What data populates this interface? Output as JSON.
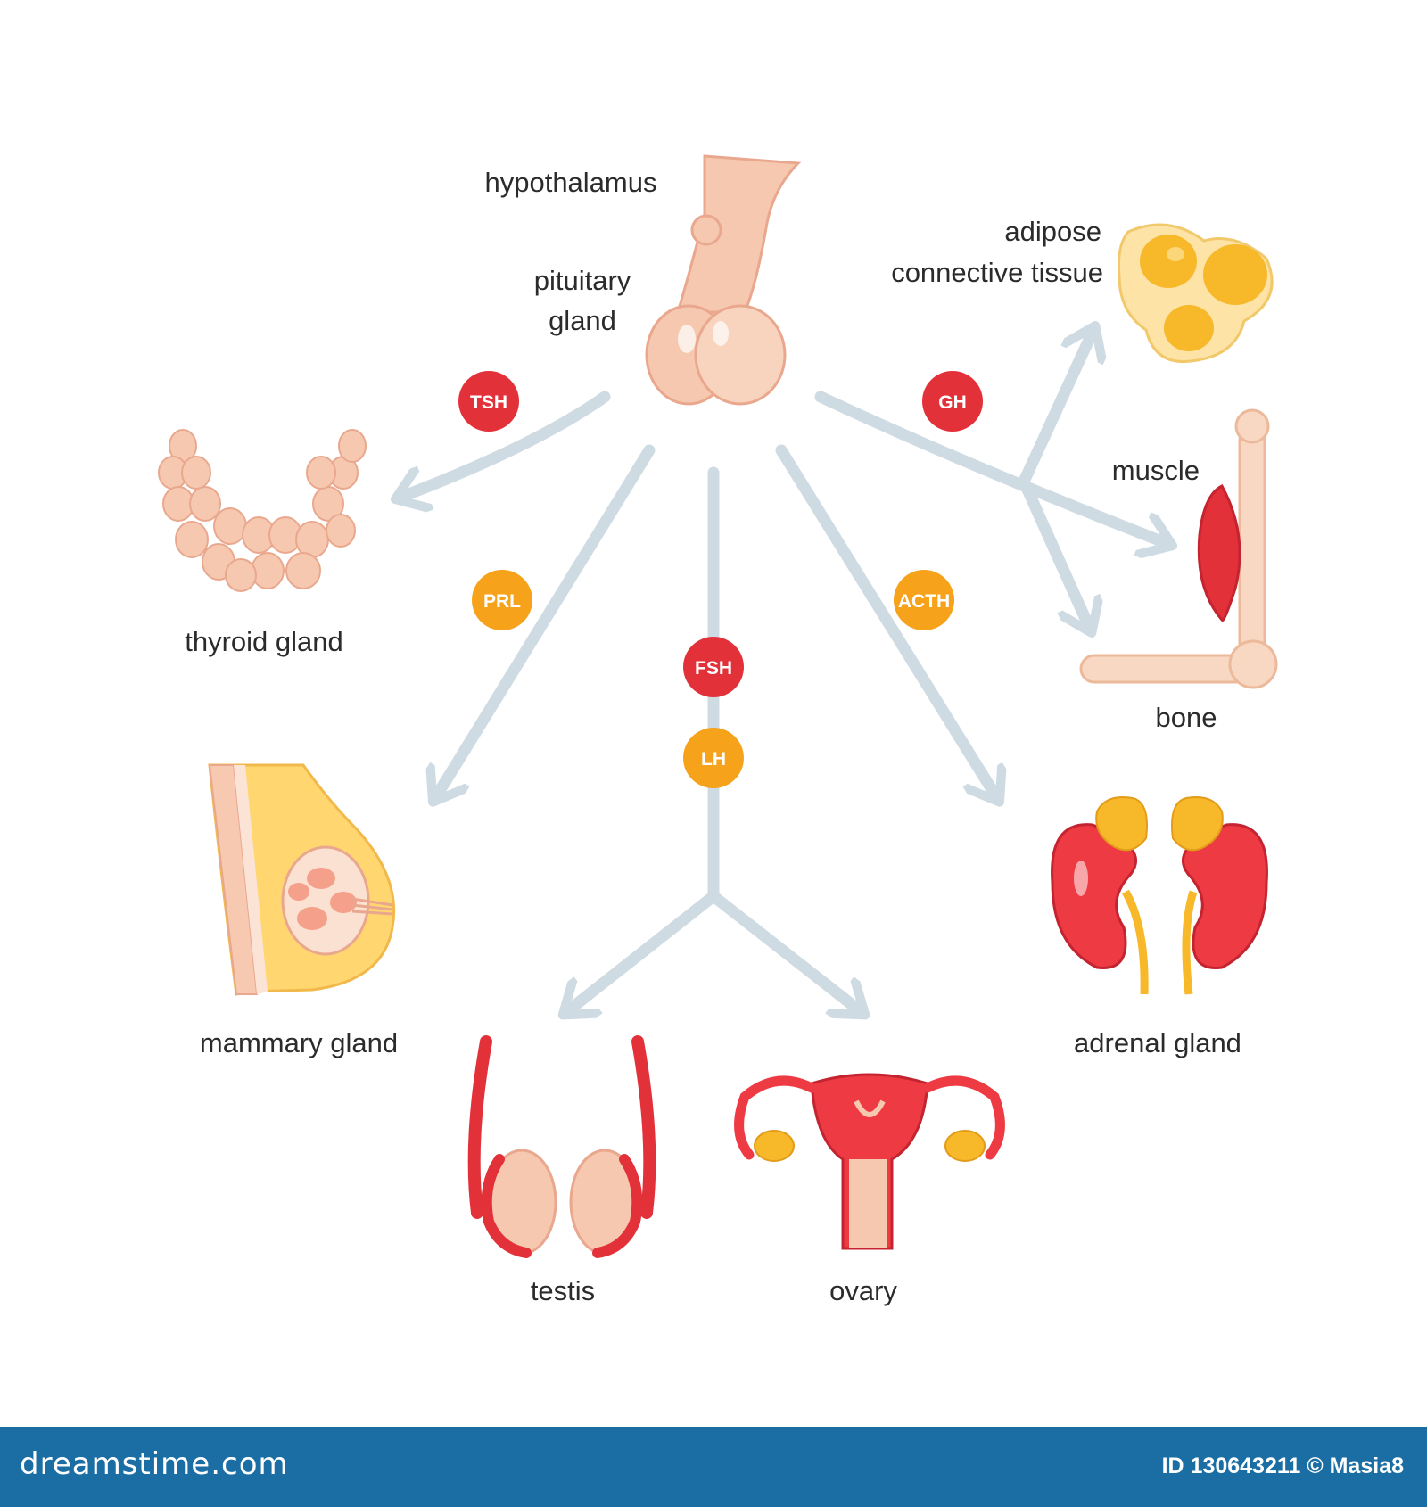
{
  "labels": {
    "hypothalamus": "hypothalamus",
    "pituitary_line1": "pituitary",
    "pituitary_line2": "gland",
    "adipose_line1": "adipose",
    "adipose_line2": "connective tissue",
    "muscle": "muscle",
    "bone": "bone",
    "thyroid": "thyroid gland",
    "mammary": "mammary gland",
    "adrenal": "adrenal gland",
    "testis": "testis",
    "ovary": "ovary"
  },
  "hormones": {
    "tsh": "TSH",
    "gh": "GH",
    "prl": "PRL",
    "acth": "ACTH",
    "fsh": "FSH",
    "lh": "LH"
  },
  "colors": {
    "hormone_red": "#e3313a",
    "hormone_orange": "#f7a21b",
    "arrow": "#cfdbe3",
    "skin": "#f6c8b0",
    "footer": "#1a6ea3"
  },
  "footer": {
    "site": "dreamstime.com",
    "credit": "ID 130643211 © Masia8"
  }
}
